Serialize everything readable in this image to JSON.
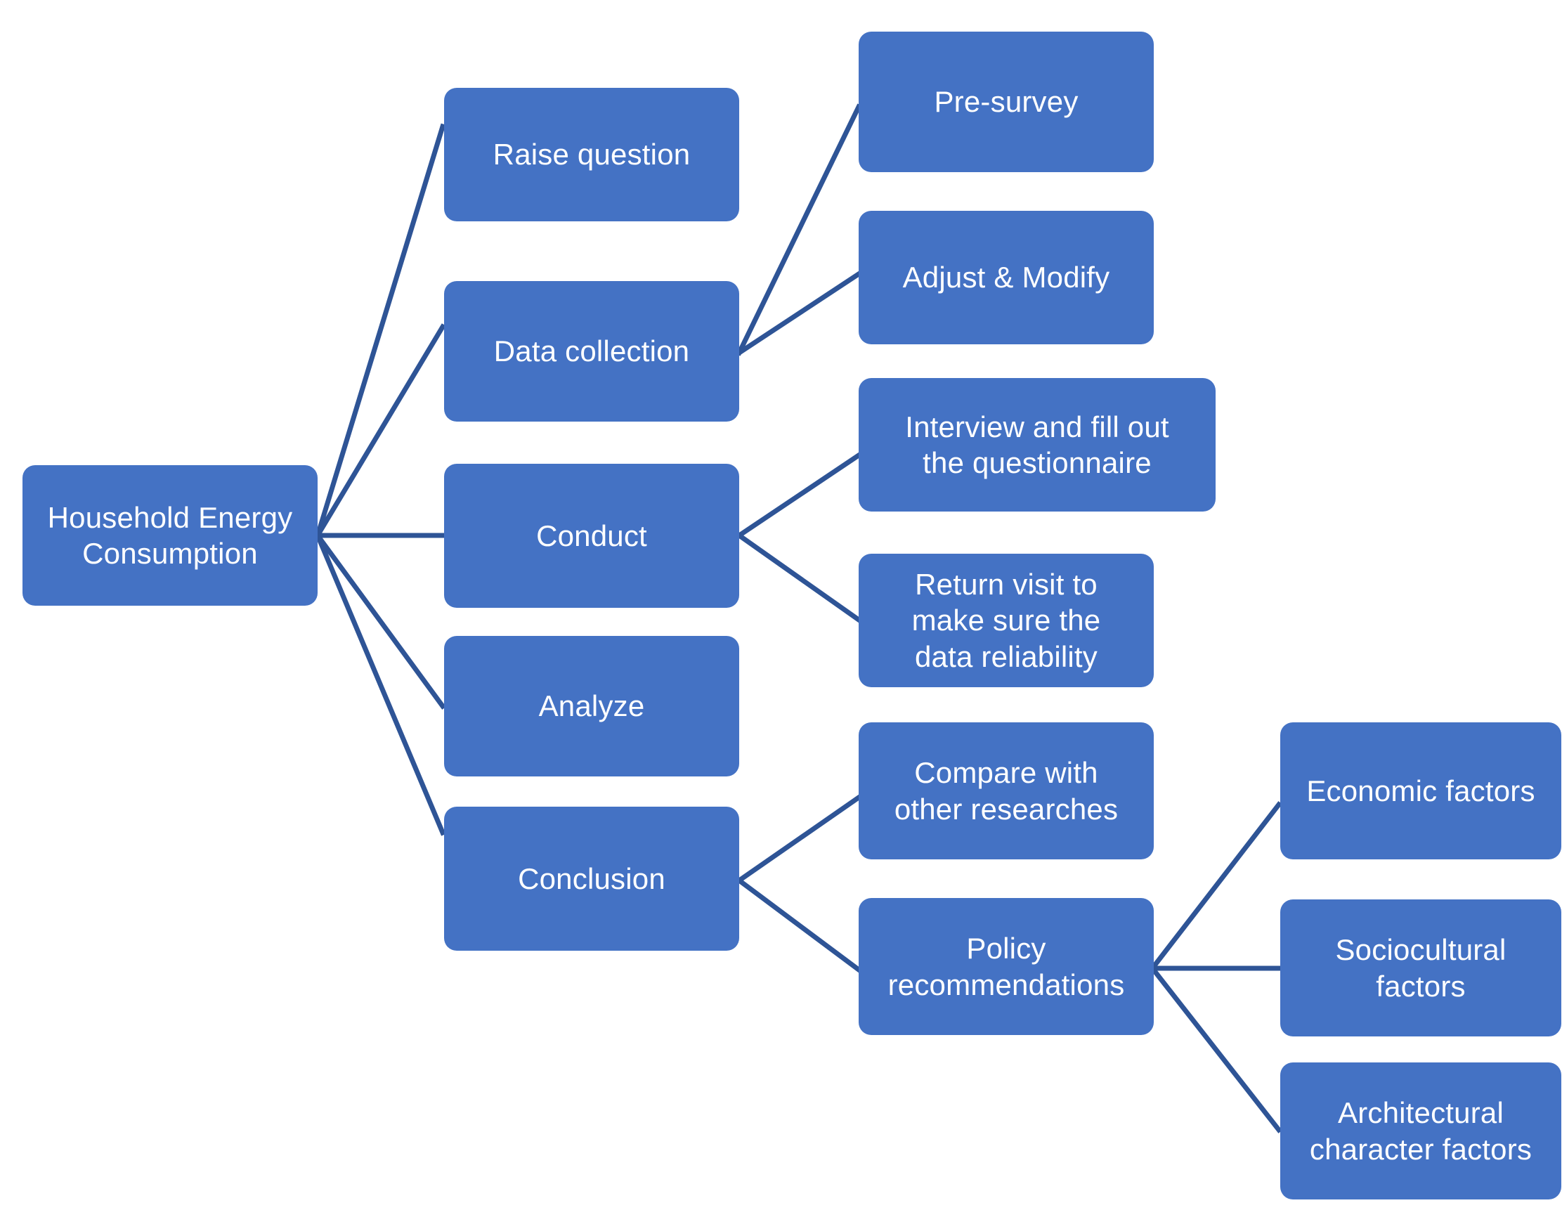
{
  "diagram": {
    "title": "Household Energy Consumption research flowchart",
    "colors": {
      "node_fill": "#4472C4",
      "node_text": "#FFFFFF",
      "edge_line": "#2E5496",
      "background": "#FFFFFF"
    },
    "nodes": {
      "root": {
        "label": "Household Energy\nConsumption"
      },
      "raise_question": {
        "label": "Raise question"
      },
      "data_collection": {
        "label": "Data collection"
      },
      "conduct": {
        "label": "Conduct"
      },
      "analyze": {
        "label": "Analyze"
      },
      "conclusion": {
        "label": "Conclusion"
      },
      "pre_survey": {
        "label": "Pre-survey"
      },
      "adjust_modify": {
        "label": "Adjust & Modify"
      },
      "interview": {
        "label": "Interview and fill out\nthe questionnaire"
      },
      "return_visit": {
        "label": "Return visit to\nmake sure the\ndata reliability"
      },
      "compare": {
        "label": "Compare with\nother researches"
      },
      "policy": {
        "label": "Policy\nrecommendations"
      },
      "economic": {
        "label": "Economic factors"
      },
      "sociocultural": {
        "label": "Sociocultural\nfactors"
      },
      "architectural": {
        "label": "Architectural\ncharacter factors"
      }
    },
    "edges": [
      {
        "from": "root",
        "to": "raise_question"
      },
      {
        "from": "root",
        "to": "data_collection"
      },
      {
        "from": "root",
        "to": "conduct"
      },
      {
        "from": "root",
        "to": "analyze"
      },
      {
        "from": "root",
        "to": "conclusion"
      },
      {
        "from": "data_collection",
        "to": "pre_survey"
      },
      {
        "from": "data_collection",
        "to": "adjust_modify"
      },
      {
        "from": "conduct",
        "to": "interview"
      },
      {
        "from": "conduct",
        "to": "return_visit"
      },
      {
        "from": "conclusion",
        "to": "compare"
      },
      {
        "from": "conclusion",
        "to": "policy"
      },
      {
        "from": "policy",
        "to": "economic"
      },
      {
        "from": "policy",
        "to": "sociocultural"
      },
      {
        "from": "policy",
        "to": "architectural"
      }
    ]
  }
}
